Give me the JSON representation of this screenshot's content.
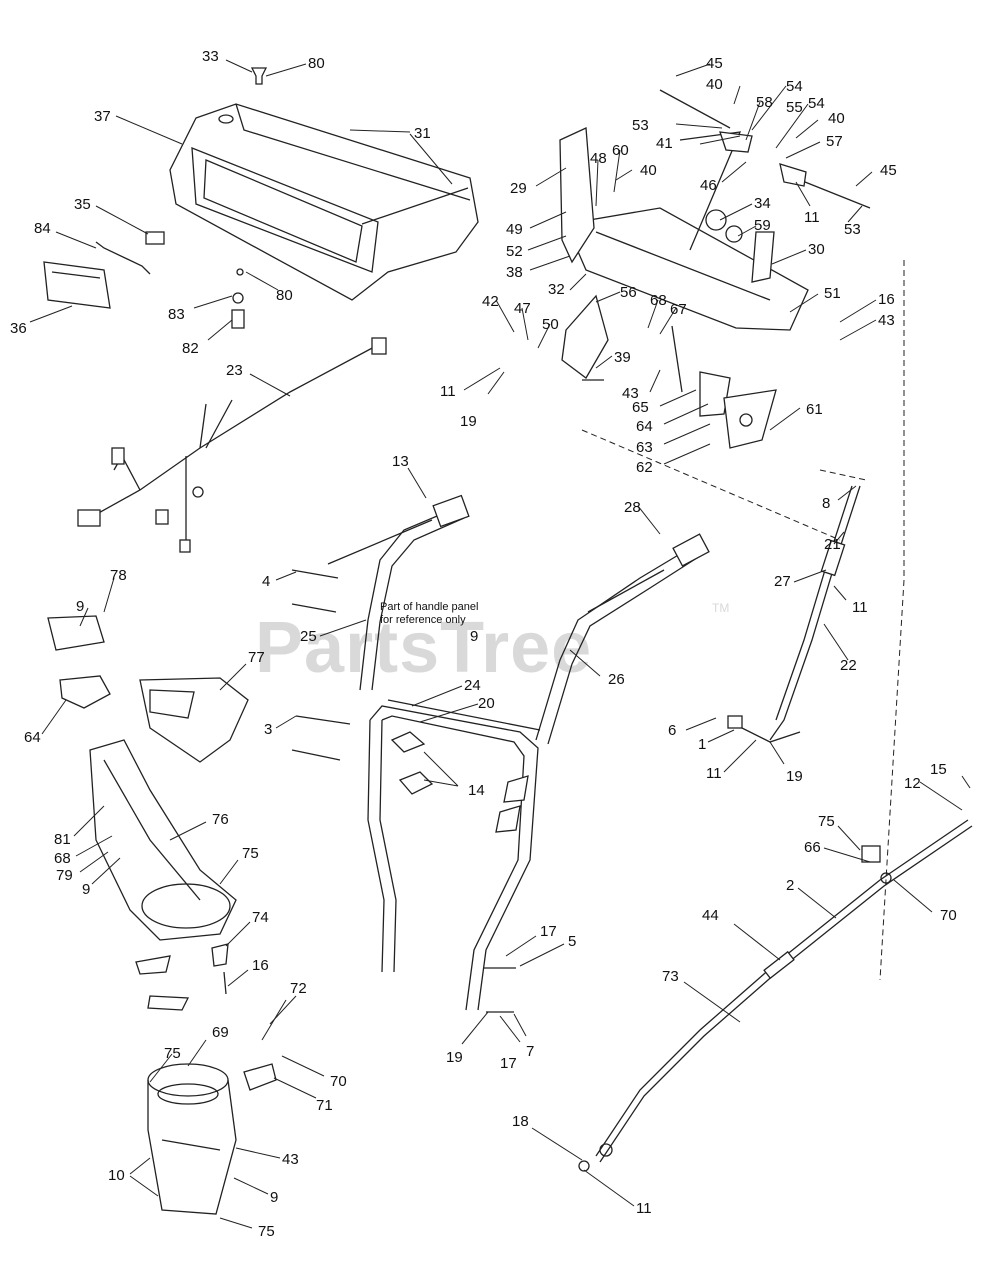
{
  "watermark": {
    "text": "PartsTree",
    "tm": "TM"
  },
  "note": {
    "line1": "Part of handle panel",
    "line2": "for reference only"
  },
  "labels": {
    "l33": "33",
    "l80a": "80",
    "l37": "37",
    "l31": "31",
    "l35": "35",
    "l84": "84",
    "l36": "36",
    "l83": "83",
    "l80b": "80",
    "l82": "82",
    "l23": "23",
    "l45a": "45",
    "l40a": "40",
    "l54a": "54",
    "l58": "58",
    "l55": "55",
    "l54b": "54",
    "l53a": "53",
    "l41": "41",
    "l40b": "40",
    "l57": "57",
    "l60": "60",
    "l48": "48",
    "l40c": "40",
    "l29": "29",
    "l46": "46",
    "l45b": "45",
    "l11a": "11",
    "l53b": "53",
    "l34": "34",
    "l49": "49",
    "l59": "59",
    "l52": "52",
    "l30": "30",
    "l38": "38",
    "l32": "32",
    "l56": "56",
    "l51": "51",
    "l16a": "16",
    "l42": "42",
    "l47": "47",
    "l68a": "68",
    "l67": "67",
    "l43a": "43",
    "l50": "50",
    "l39": "39",
    "l11b": "11",
    "l43b": "43",
    "l65": "65",
    "l19a": "19",
    "l64a": "64",
    "l61": "61",
    "l63": "63",
    "l62": "62",
    "l13": "13",
    "l28": "28",
    "l8": "8",
    "l21": "21",
    "l78": "78",
    "l4": "4",
    "l27": "27",
    "l11c": "11",
    "l9a": "9",
    "l25": "25",
    "l9b": "9",
    "l22": "22",
    "l77": "77",
    "l26": "26",
    "l24": "24",
    "l20": "20",
    "l64b": "64",
    "l3": "3",
    "l6": "6",
    "l1": "1",
    "l11d": "11",
    "l19b": "19",
    "l14": "14",
    "l15": "15",
    "l12": "12",
    "l81": "81",
    "l68b": "68",
    "l76": "76",
    "l79": "79",
    "l75a": "75",
    "l66": "66",
    "l9c": "9",
    "l2": "2",
    "l70a": "70",
    "l74": "74",
    "l44": "44",
    "l17a": "17",
    "l5": "5",
    "l16b": "16",
    "l73": "73",
    "l72": "72",
    "l69": "69",
    "l19c": "19",
    "l17b": "17",
    "l7": "7",
    "l75b": "75",
    "l70b": "70",
    "l71": "71",
    "l18": "18",
    "l43c": "43",
    "l10": "10",
    "l9d": "9",
    "l75c": "75",
    "l11e": "11"
  }
}
